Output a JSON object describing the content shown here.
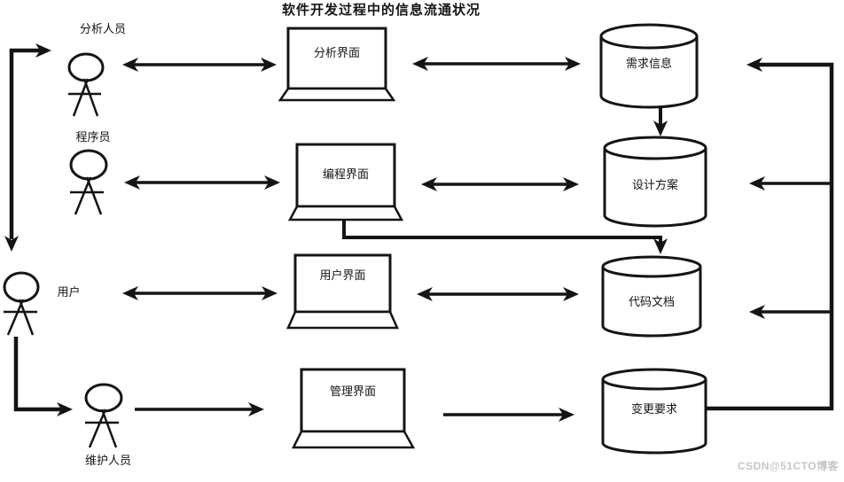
{
  "title": "软件开发过程中的信息流通状况",
  "watermark": "CSDN@51CTO博客",
  "colors": {
    "stroke": "#141414",
    "background": "#ffffff",
    "watermark": "#c6c6c6"
  },
  "actors": [
    {
      "id": "analyst",
      "label": "分析人员"
    },
    {
      "id": "programmer",
      "label": "程序员"
    },
    {
      "id": "user",
      "label": "用户"
    },
    {
      "id": "maintainer",
      "label": "维护人员"
    }
  ],
  "interfaces": [
    {
      "id": "analysis",
      "label": "分析界面"
    },
    {
      "id": "programming",
      "label": "编程界面"
    },
    {
      "id": "user-ui",
      "label": "用户界面"
    },
    {
      "id": "management",
      "label": "管理界面"
    }
  ],
  "datastores": [
    {
      "id": "requirements",
      "label": "需求信息"
    },
    {
      "id": "design",
      "label": "设计方案"
    },
    {
      "id": "code-docs",
      "label": "代码文档"
    },
    {
      "id": "change-requests",
      "label": "变更要求"
    }
  ],
  "connections": [
    {
      "from": "分析人员",
      "to": "用户",
      "type": "bidirectional"
    },
    {
      "from": "分析人员",
      "to": "分析界面",
      "type": "bidirectional"
    },
    {
      "from": "分析界面",
      "to": "需求信息",
      "type": "bidirectional"
    },
    {
      "from": "需求信息",
      "to": "设计方案",
      "type": "one-way"
    },
    {
      "from": "程序员",
      "to": "编程界面",
      "type": "bidirectional"
    },
    {
      "from": "编程界面",
      "to": "设计方案",
      "type": "bidirectional"
    },
    {
      "from": "编程界面",
      "to": "代码文档",
      "type": "one-way"
    },
    {
      "from": "用户",
      "to": "用户界面",
      "type": "bidirectional"
    },
    {
      "from": "用户界面",
      "to": "代码文档",
      "type": "bidirectional"
    },
    {
      "from": "用户",
      "to": "维护人员",
      "type": "one-way"
    },
    {
      "from": "维护人员",
      "to": "管理界面",
      "type": "one-way"
    },
    {
      "from": "管理界面",
      "to": "变更要求",
      "type": "one-way"
    },
    {
      "from": "变更要求",
      "to": "需求信息",
      "type": "one-way"
    },
    {
      "from": "变更要求",
      "to": "设计方案",
      "type": "one-way"
    },
    {
      "from": "变更要求",
      "to": "代码文档",
      "type": "one-way"
    }
  ]
}
